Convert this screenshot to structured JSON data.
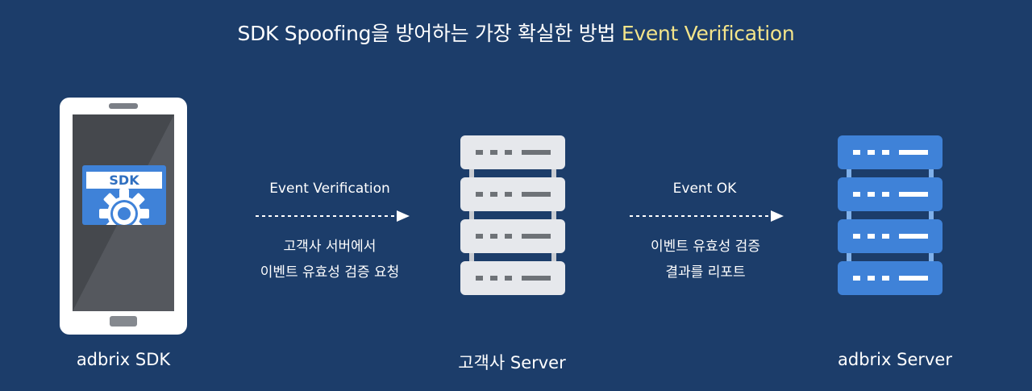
{
  "title": {
    "main": "SDK Spoofing을 방어하는 가장 확실한 방법",
    "highlight": "Event Verification"
  },
  "phone": {
    "sdk_label": "SDK",
    "icon": "gear-icon"
  },
  "flow1": {
    "label": "Event Verification",
    "desc_line1": "고객사 서버에서",
    "desc_line2": "이벤트 유효성 검증 요청"
  },
  "flow2": {
    "label": "Event OK",
    "desc_line1": "이벤트 유효성 검증",
    "desc_line2": "결과를 리포트"
  },
  "captions": {
    "sdk": "adbrix SDK",
    "client_server": "고객사 Server",
    "adbrix_server": "adbrix Server"
  },
  "colors": {
    "background": "#1c3d6a",
    "highlight": "#f3e48a",
    "client_server": "#e6e8ec",
    "adbrix_server": "#3f82d8"
  }
}
